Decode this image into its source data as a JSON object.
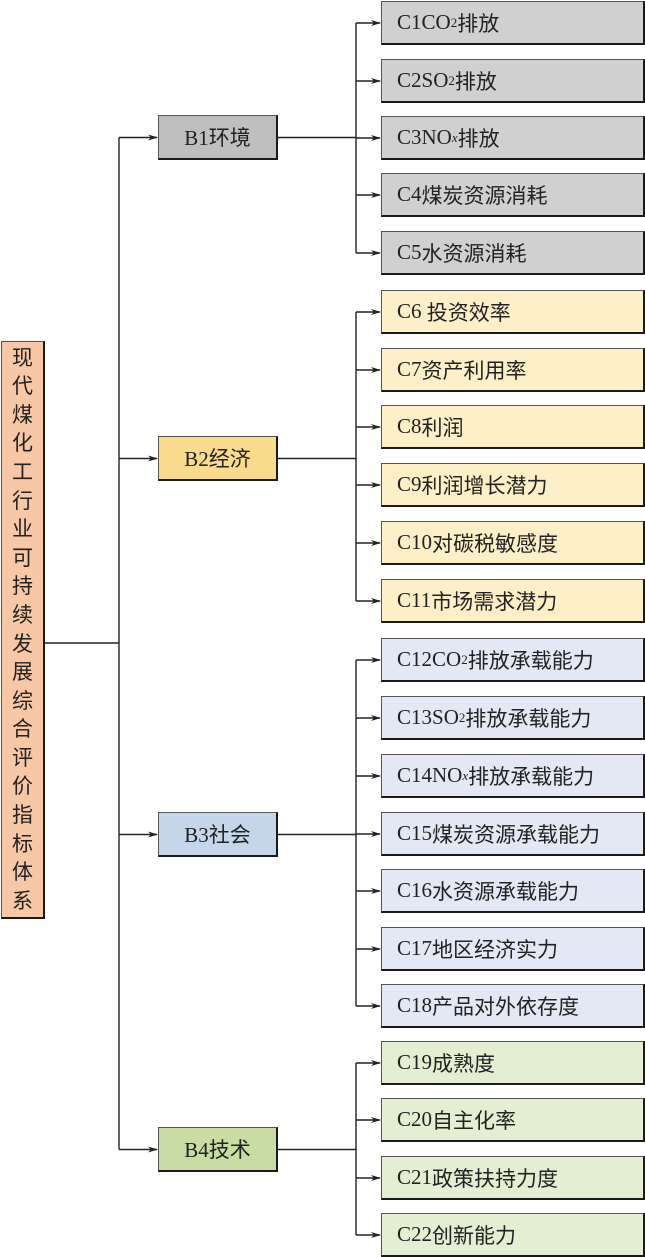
{
  "root": {
    "label": "现代煤化工行业可持续发展综合评价指标体系",
    "color": "#f7c7a6"
  },
  "groups": [
    {
      "id": "B1",
      "label": "B1环境",
      "b_color": "#bfbfbf",
      "c_color": "#d0d0d0",
      "items": [
        {
          "code": "C1",
          "pre": "CO",
          "sub": "2",
          "sub_italic": false,
          "text": "排放"
        },
        {
          "code": "C2",
          "pre": "SO",
          "sub": "2",
          "sub_italic": false,
          "text": "排放"
        },
        {
          "code": "C3",
          "pre": "NO",
          "sub": "x",
          "sub_italic": true,
          "text": "排放"
        },
        {
          "code": "C4",
          "pre": "",
          "sub": "",
          "sub_italic": false,
          "text": "煤炭资源消耗"
        },
        {
          "code": "C5",
          "pre": "",
          "sub": "",
          "sub_italic": false,
          "text": "水资源消耗"
        }
      ]
    },
    {
      "id": "B2",
      "label": "B2经济",
      "b_color": "#f8dc8c",
      "c_color": "#fdf0c8",
      "items": [
        {
          "code": "C6",
          "pre": "",
          "sub": "",
          "sub_italic": false,
          "text": " 投资效率"
        },
        {
          "code": "C7",
          "pre": "",
          "sub": "",
          "sub_italic": false,
          "text": "资产利用率"
        },
        {
          "code": "C8",
          "pre": "",
          "sub": "",
          "sub_italic": false,
          "text": "利润"
        },
        {
          "code": "C9",
          "pre": "",
          "sub": "",
          "sub_italic": false,
          "text": "利润增长潜力"
        },
        {
          "code": "C10",
          "pre": "",
          "sub": "",
          "sub_italic": false,
          "text": "对碳税敏感度"
        },
        {
          "code": "C11",
          "pre": "",
          "sub": "",
          "sub_italic": false,
          "text": "市场需求潜力"
        }
      ]
    },
    {
      "id": "B3",
      "label": "B3社会",
      "b_color": "#c6d6ea",
      "c_color": "#e4e8f4",
      "items": [
        {
          "code": "C12",
          "pre": "CO",
          "sub": "2",
          "sub_italic": false,
          "text": "排放承载能力"
        },
        {
          "code": "C13",
          "pre": "SO",
          "sub": "2",
          "sub_italic": false,
          "text": "排放承载能力"
        },
        {
          "code": "C14",
          "pre": "NO",
          "sub": "x",
          "sub_italic": true,
          "text": "排放承载能力"
        },
        {
          "code": "C15",
          "pre": "",
          "sub": "",
          "sub_italic": false,
          "text": "煤炭资源承载能力"
        },
        {
          "code": "C16",
          "pre": "",
          "sub": "",
          "sub_italic": false,
          "text": "水资源承载能力"
        },
        {
          "code": "C17",
          "pre": "",
          "sub": "",
          "sub_italic": false,
          "text": "地区经济实力"
        },
        {
          "code": "C18",
          "pre": "",
          "sub": "",
          "sub_italic": false,
          "text": "产品对外依存度"
        }
      ]
    },
    {
      "id": "B4",
      "label": "B4技术",
      "b_color": "#c8dca4",
      "c_color": "#e4eed2",
      "items": [
        {
          "code": "C19",
          "pre": "",
          "sub": "",
          "sub_italic": false,
          "text": "成熟度"
        },
        {
          "code": "C20",
          "pre": "",
          "sub": "",
          "sub_italic": false,
          "text": "自主化率"
        },
        {
          "code": "C21",
          "pre": "",
          "sub": "",
          "sub_italic": false,
          "text": "政策扶持力度"
        },
        {
          "code": "C22",
          "pre": "",
          "sub": "",
          "sub_italic": false,
          "text": "创新能力"
        }
      ]
    }
  ]
}
